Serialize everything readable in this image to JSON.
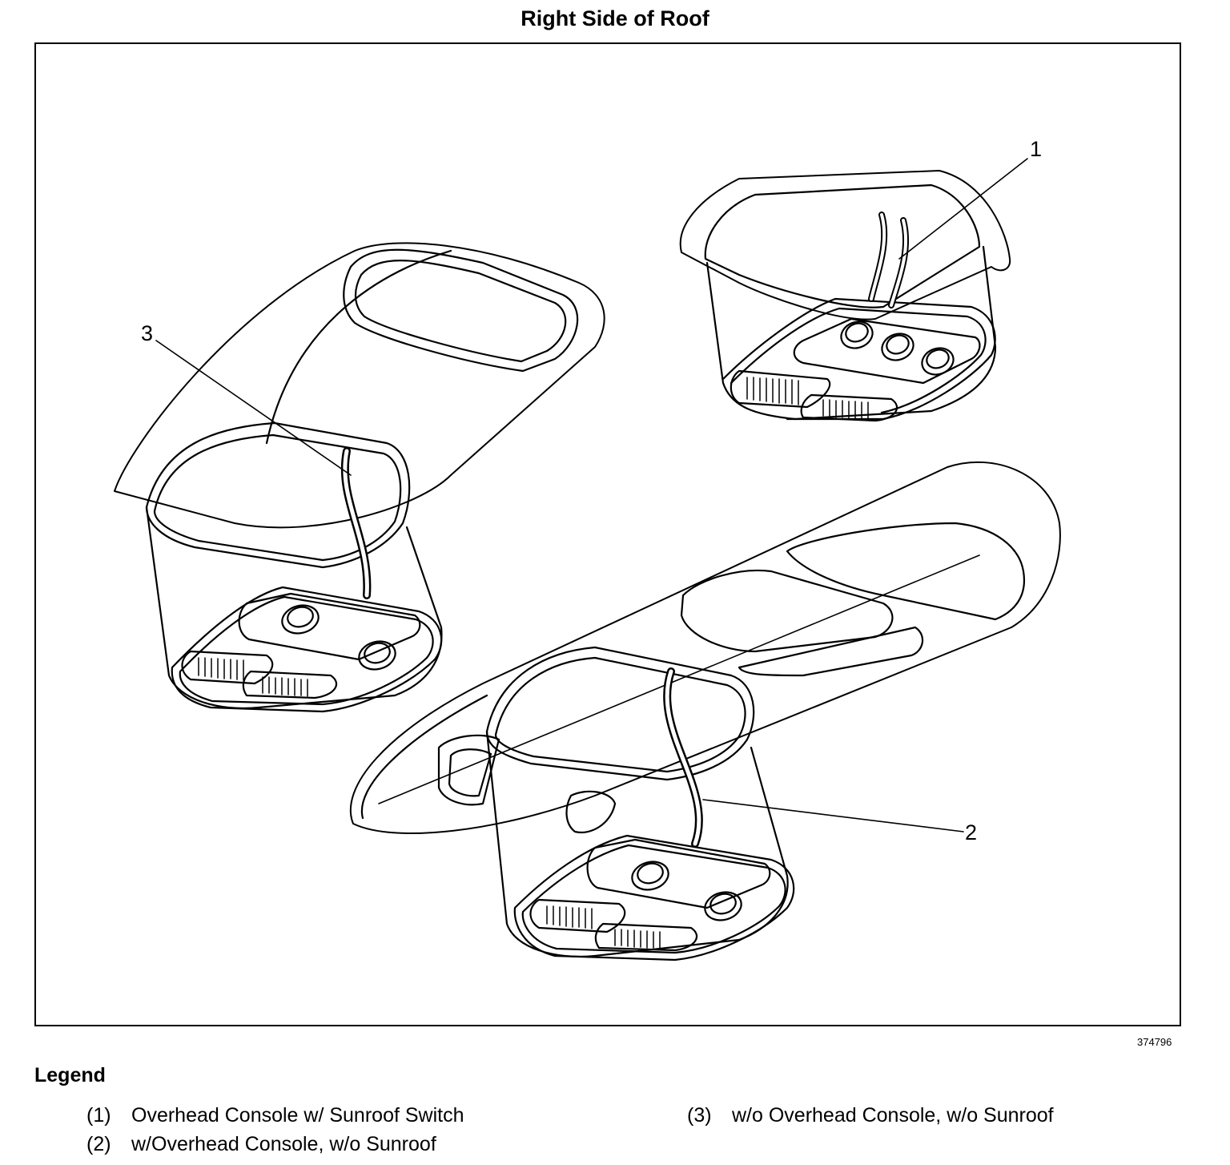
{
  "title": "Right Side of Roof",
  "figure_id": "374796",
  "legend": {
    "title": "Legend",
    "items": [
      {
        "num": "(1)",
        "text": "Overhead Console w/ Sunroof Switch"
      },
      {
        "num": "(2)",
        "text": "w/Overhead Console, w/o Sunroof"
      },
      {
        "num": "(3)",
        "text": "w/o Overhead Console, w/o Sunroof"
      }
    ]
  },
  "callouts": {
    "c1": "1",
    "c2": "2",
    "c3": "3"
  }
}
